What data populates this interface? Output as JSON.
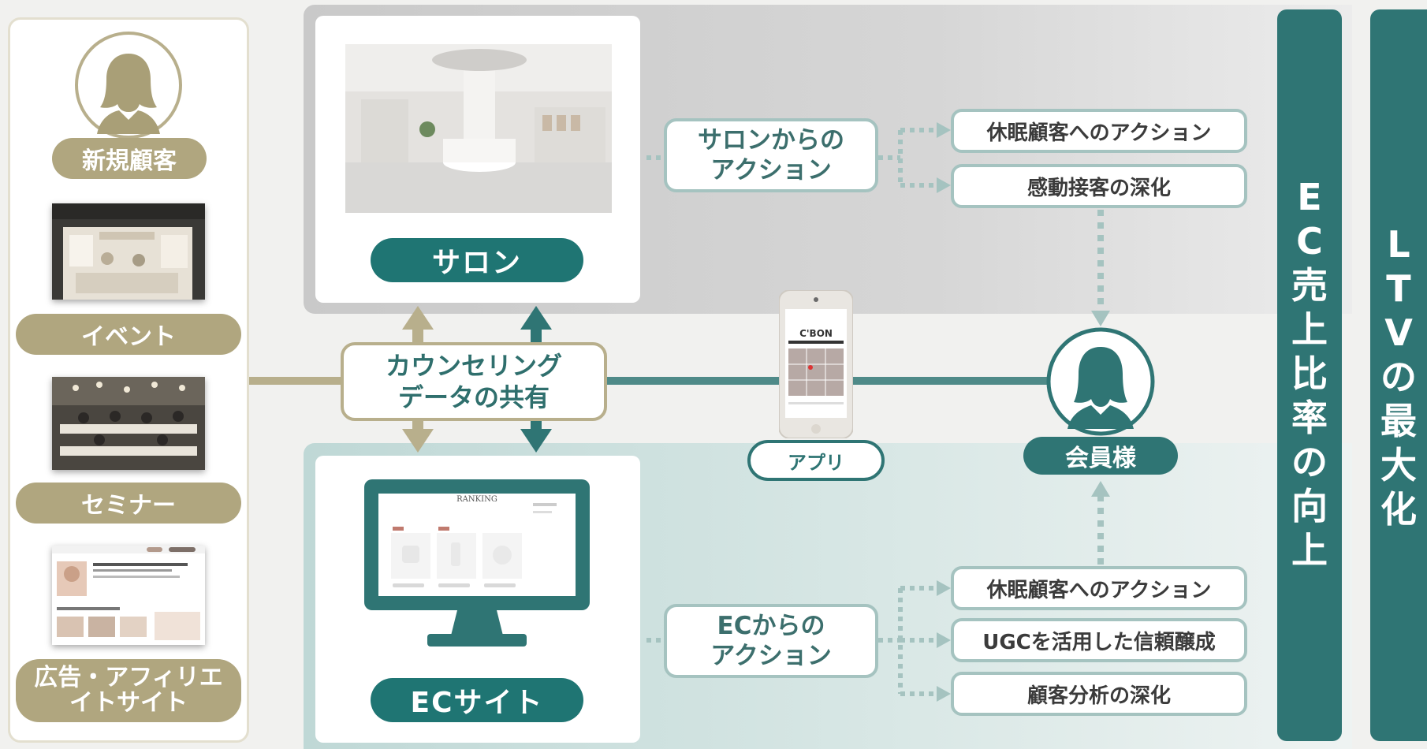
{
  "left_column": {
    "new_customer_label": "新規顧客",
    "channels": [
      {
        "label": "イベント"
      },
      {
        "label": "セミナー"
      },
      {
        "label": "広告・アフィリエ\nイトサイト"
      }
    ]
  },
  "salon": {
    "label": "サロン"
  },
  "ec_site": {
    "label": "ECサイト",
    "screen_heading": "RANKING"
  },
  "counseling": {
    "label": "カウンセリング\nデータの共有"
  },
  "app": {
    "label": "アプリ",
    "screen_brand": "C'BON"
  },
  "member": {
    "label": "会員様"
  },
  "salon_action": {
    "label": "サロンからの\nアクション",
    "results": [
      "休眠顧客へのアクション",
      "感動接客の深化"
    ]
  },
  "ec_action": {
    "label": "ECからの\nアクション",
    "results": [
      "休眠顧客へのアクション",
      "UGCを活用した信頼醸成",
      "顧客分析の深化"
    ]
  },
  "goals": {
    "ec_ratio": [
      "E",
      "C",
      "売",
      "上",
      "比",
      "率",
      "の",
      "向",
      "上"
    ],
    "ltv": [
      "L",
      "T",
      "V",
      "の",
      "最",
      "大",
      "化"
    ]
  },
  "colors": {
    "gold": "#b0a67f",
    "teal": "#1f7573",
    "teal_bar": "#2f7574",
    "action_border": "#a5c3c0",
    "connector_gold": "#b8af8c",
    "connector_teal": "#4f8a88"
  }
}
